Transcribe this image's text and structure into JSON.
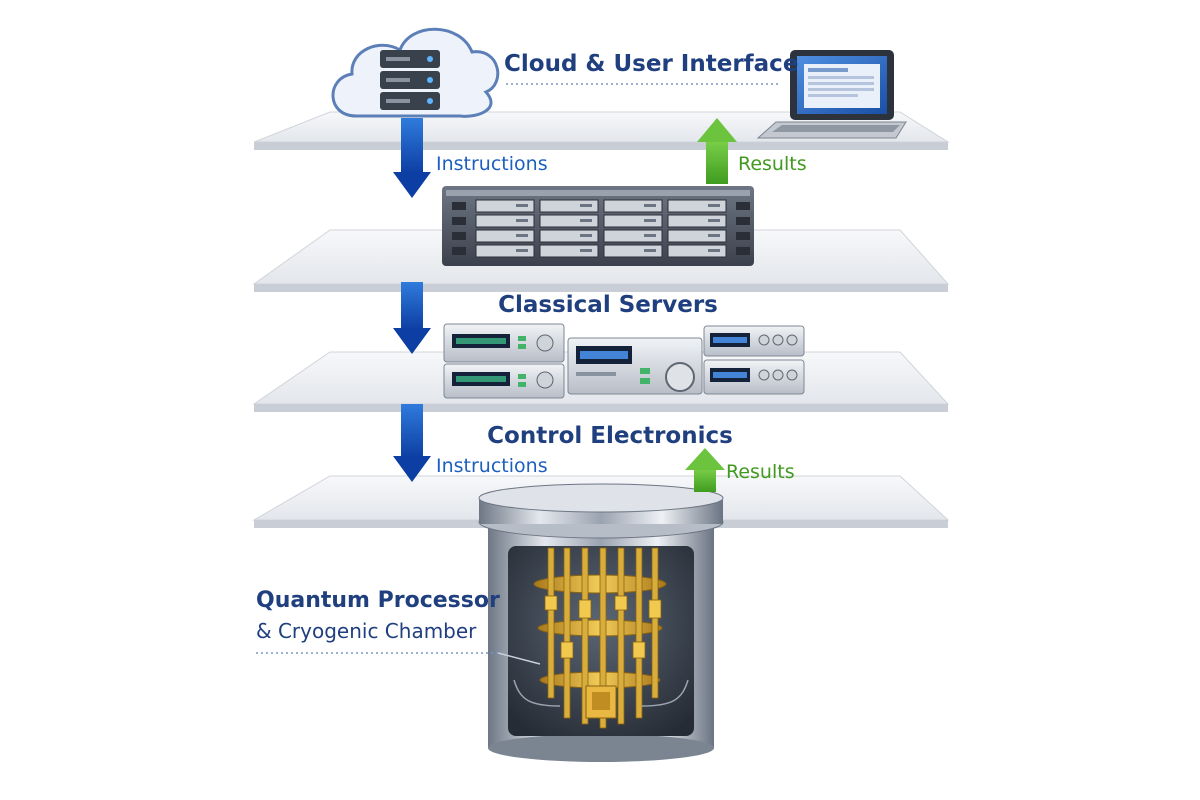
{
  "layers": {
    "cloud": {
      "title": "Cloud & User Interface"
    },
    "servers": {
      "title": "Classical Servers"
    },
    "electronics": {
      "title": "Control Electronics"
    },
    "quantum": {
      "title_line1": "Quantum Processor",
      "title_line2": "& Cryogenic Chamber"
    }
  },
  "flows": {
    "down_top": "Instructions",
    "up_top": "Results",
    "down_bottom": "Instructions",
    "up_bottom": "Results"
  },
  "icons": {
    "cloud": "cloud-server-icon",
    "laptop": "laptop-icon",
    "rack": "server-rack-icon",
    "instruments": "control-instrument-icon",
    "cryostat": "dilution-refrigerator-icon"
  },
  "colors": {
    "title_navy": "#1f3f7f",
    "instruction_blue": "#1d5fbf",
    "results_green": "#3f9a1e",
    "quantum_gold": "#d6a72a"
  }
}
